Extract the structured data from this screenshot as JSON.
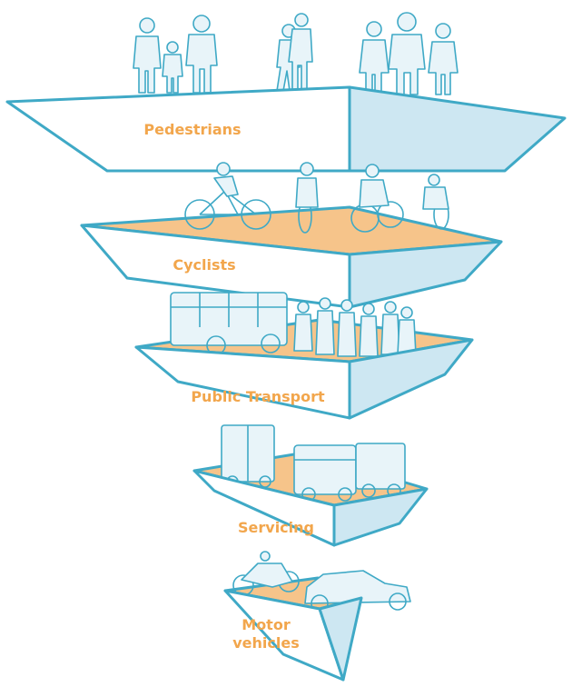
{
  "diagram": {
    "colors": {
      "outline": "#3fa9c6",
      "side_face": "#cde7f2",
      "front_face": "#ffffff",
      "top_face": "#f6c48a",
      "label": "#f2a64c",
      "figure_fill": "#e8f4f9"
    },
    "tiers": [
      {
        "label": "Pedestrians",
        "figures": "pedestrians-icon"
      },
      {
        "label": "Cyclists",
        "figures": "cyclists-icon"
      },
      {
        "label": "Public Transport",
        "figures": "bus-and-passengers-icon"
      },
      {
        "label": "Servicing",
        "figures": "delivery-trucks-icon"
      },
      {
        "label": "Motor\nvehicles",
        "figures": "motorbike-and-car-icon"
      }
    ]
  }
}
